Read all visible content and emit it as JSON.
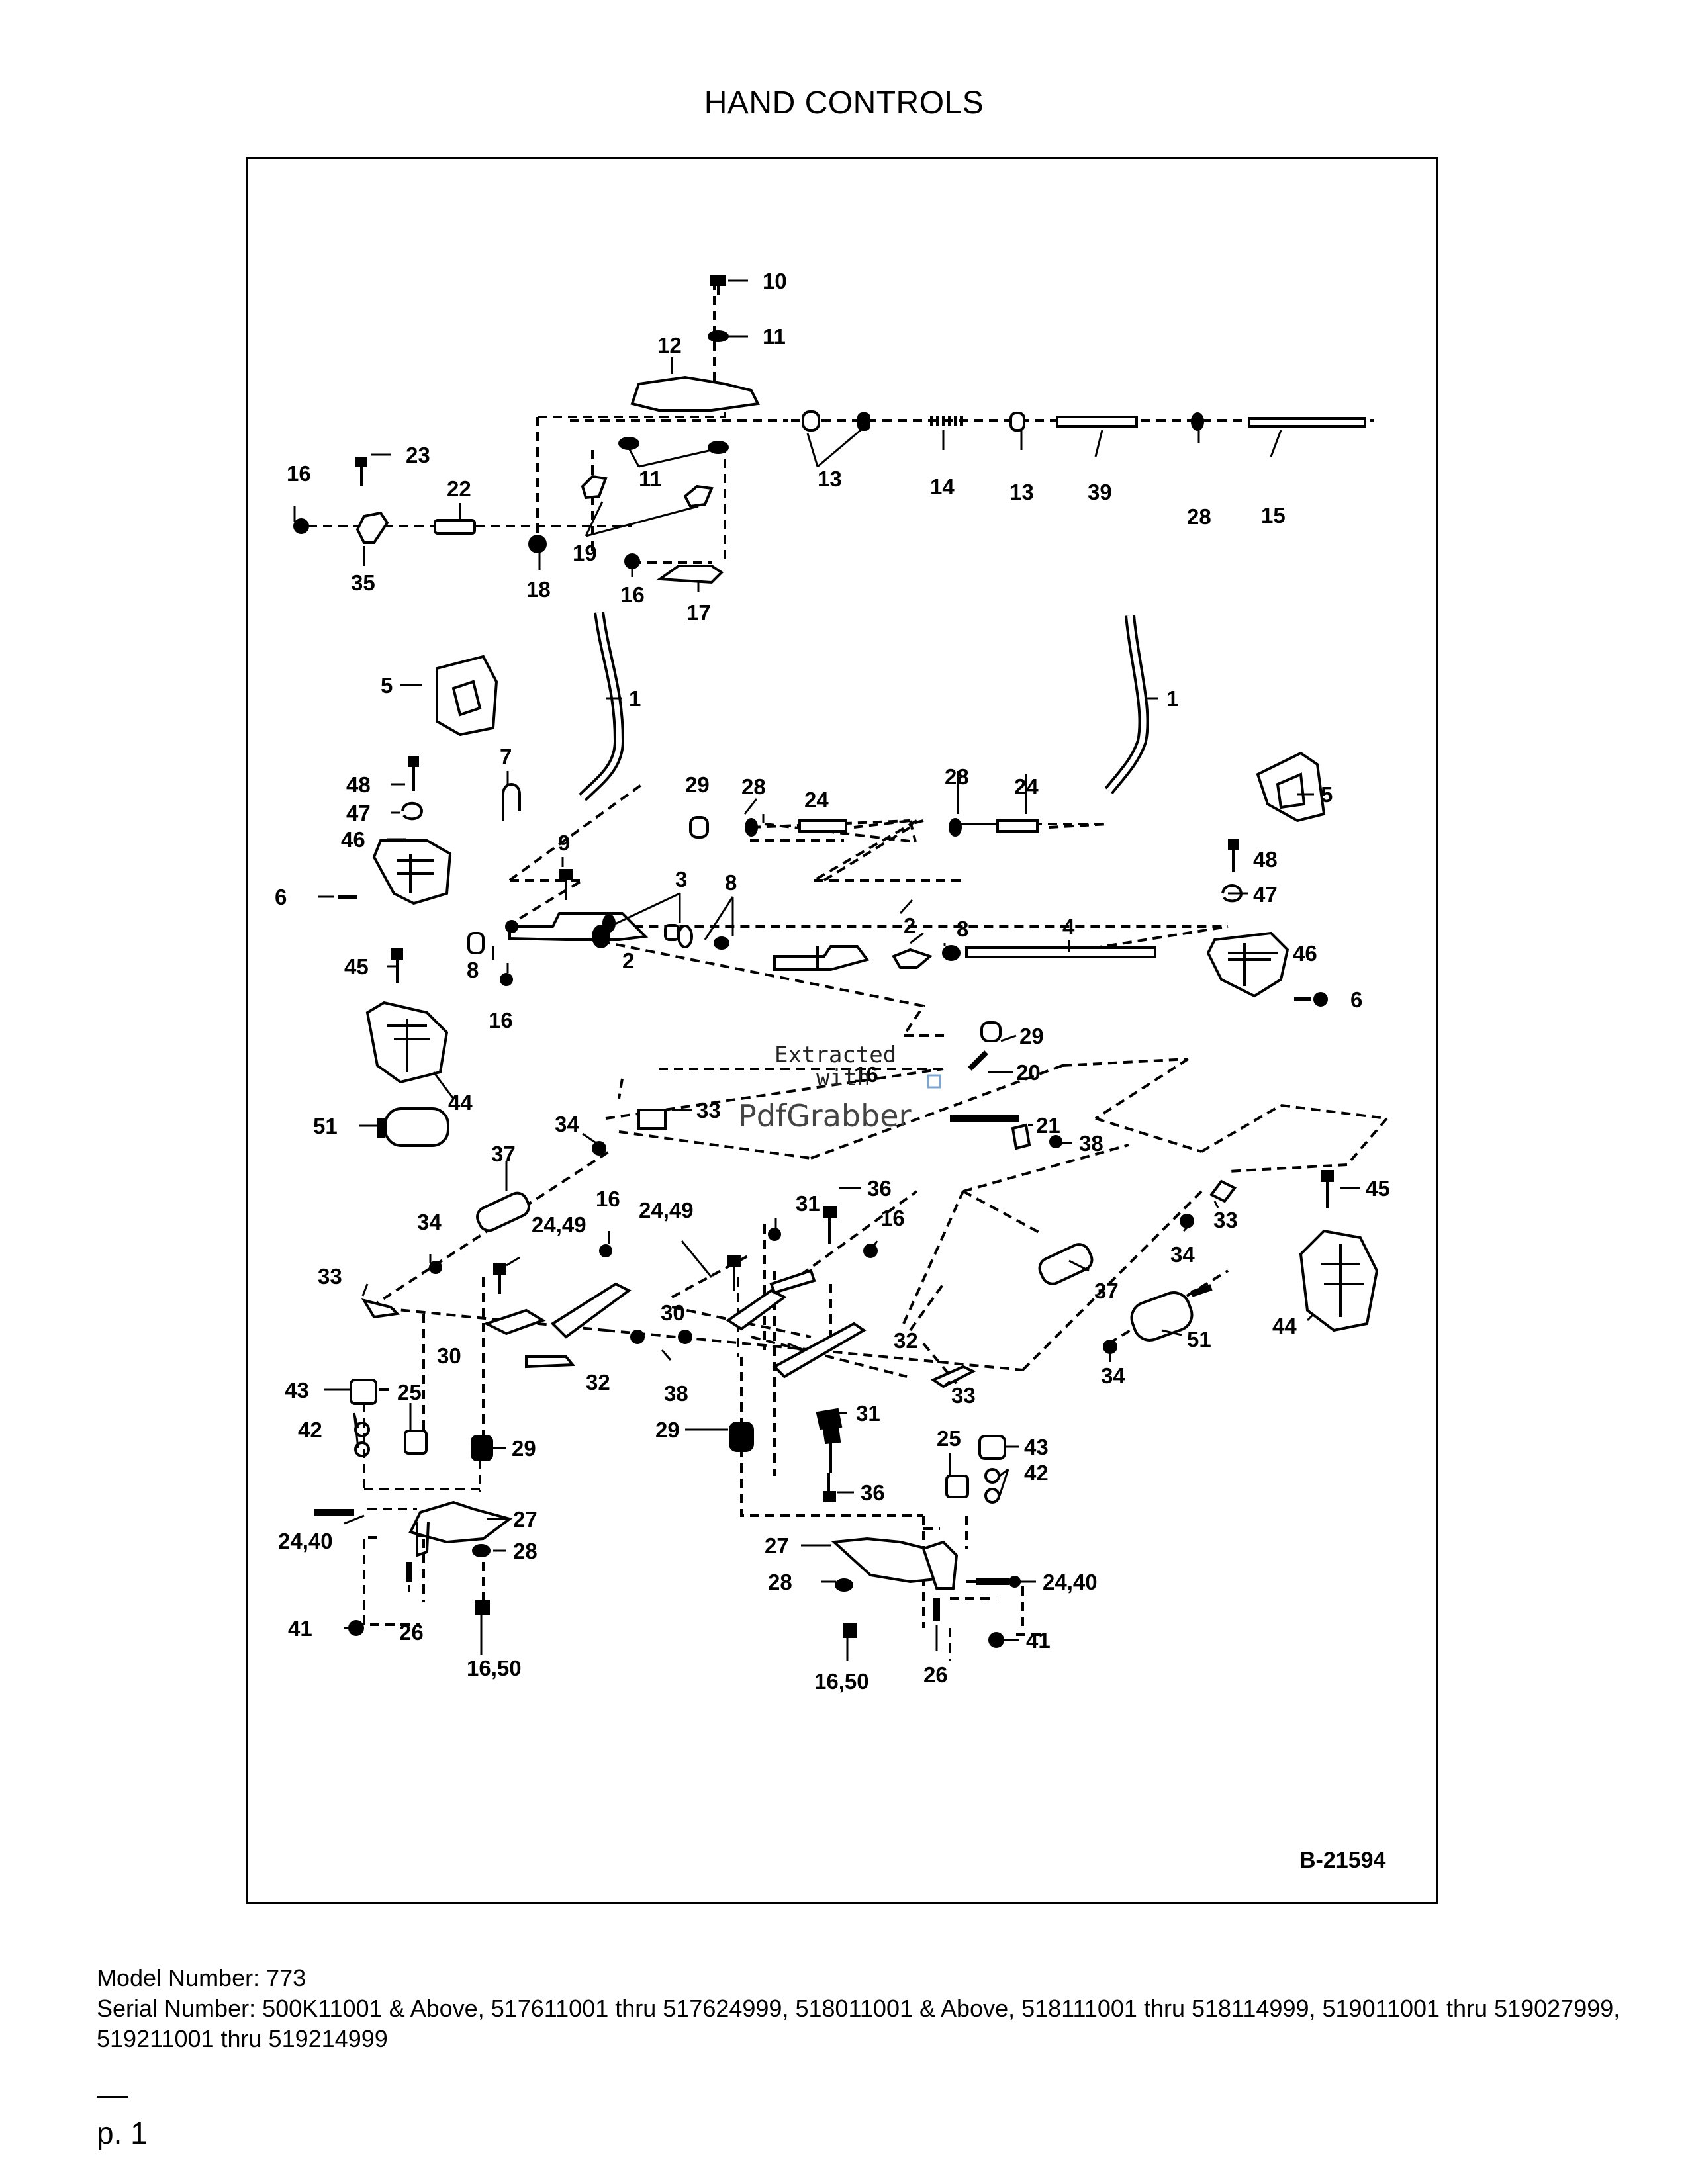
{
  "page": {
    "title": "HAND CONTROLS",
    "diagram_ref": "B-21594",
    "watermark_line1": "Extracted",
    "watermark_line2": "with",
    "watermark_brand": "PdfGrabber",
    "model_line": "Model Number: 773",
    "serial_line": "Serial Number: 500K11001 & Above, 517611001 thru 517624999, 518011001 & Above, 518111001 thru 518114999, 519011001 thru 519027999, 519211001 thru 519214999",
    "page_number": "p. 1"
  },
  "callouts": [
    "10",
    "11",
    "12",
    "11",
    "13",
    "14",
    "13",
    "39",
    "28",
    "15",
    "16",
    "23",
    "22",
    "35",
    "18",
    "19",
    "16",
    "17",
    "1",
    "1",
    "5",
    "5",
    "7",
    "48",
    "47",
    "46",
    "6",
    "9",
    "29",
    "28",
    "24",
    "28",
    "24",
    "3",
    "8",
    "2",
    "8",
    "2",
    "4",
    "48",
    "47",
    "46",
    "6",
    "8",
    "16",
    "45",
    "44",
    "29",
    "20",
    "21",
    "38",
    "51",
    "34",
    "33",
    "16",
    "37",
    "34",
    "24,49",
    "16",
    "24,49",
    "31",
    "36",
    "16",
    "33",
    "34",
    "33",
    "30",
    "32",
    "38",
    "30",
    "37",
    "32",
    "34",
    "51",
    "33",
    "45",
    "44",
    "43",
    "25",
    "42",
    "29",
    "29",
    "31",
    "25",
    "43",
    "42",
    "36",
    "27",
    "24,40",
    "28",
    "26",
    "41",
    "16,50",
    "27",
    "28",
    "24,40",
    "26",
    "41",
    "16,50"
  ]
}
